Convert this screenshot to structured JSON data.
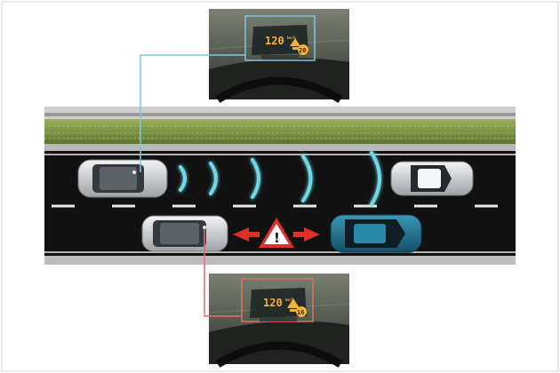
{
  "colors": {
    "background": "#ffffff",
    "frame": "#d6d6d6",
    "asphalt": "#111111",
    "grass": "#7e9442",
    "radar_wave": "#6fd7e6",
    "connector_blue": "#7ec7e0",
    "connector_red": "#e0705e",
    "warning_arrow": "#e0302a",
    "hud_text": "#f3b23a",
    "lead_car": "#1e6b86",
    "ego_car": "#c8ccd0"
  },
  "top_dashboard": {
    "speed": "120",
    "unit": "km/h",
    "distance_value": "20",
    "icon": "vehicle-distance-warning-icon",
    "highlight_color": "#7ec7e0"
  },
  "bottom_dashboard": {
    "speed": "120",
    "unit": "km/h",
    "distance_value": "16",
    "icon": "collision-warning-icon",
    "highlight_color": "#e0705e"
  },
  "warning": {
    "symbol": "!",
    "icon": "hazard-triangle-icon"
  }
}
